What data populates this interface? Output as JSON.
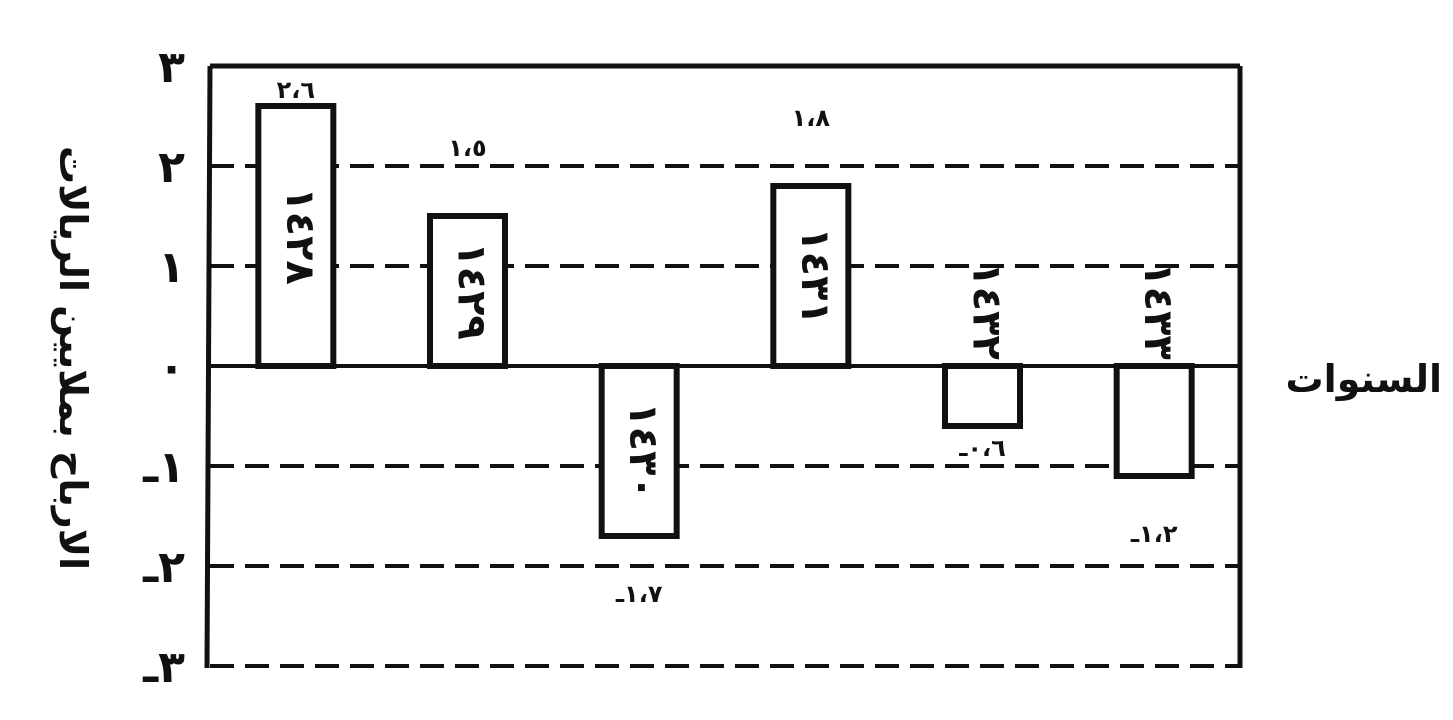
{
  "chart_data": {
    "type": "bar",
    "title": "",
    "xlabel": "السنوات",
    "ylabel": "الارباح بملايين الريالات",
    "ylim": [
      -3,
      3
    ],
    "grid": true,
    "categories": [
      "١٤٢٨",
      "١٤٢٩",
      "١٤٣٠",
      "١٤٣١",
      "١٤٣٢",
      "١٤٣٣"
    ],
    "values": [
      2.6,
      1.5,
      -1.7,
      1.8,
      -0.6,
      -1.1
    ],
    "value_labels": [
      "٢،٦",
      "١،٥",
      "١،٧ـ",
      "١،٨",
      "٠،٦ـ",
      "١،٢ـ"
    ],
    "yticks": [
      {
        "value": 3,
        "label": "٣"
      },
      {
        "value": 2,
        "label": "٢"
      },
      {
        "value": 1,
        "label": "١"
      },
      {
        "value": 0,
        "label": "٠"
      },
      {
        "value": -1,
        "label": "١ـ"
      },
      {
        "value": -2,
        "label": "٢ـ"
      },
      {
        "value": -3,
        "label": "٣ـ"
      }
    ]
  }
}
